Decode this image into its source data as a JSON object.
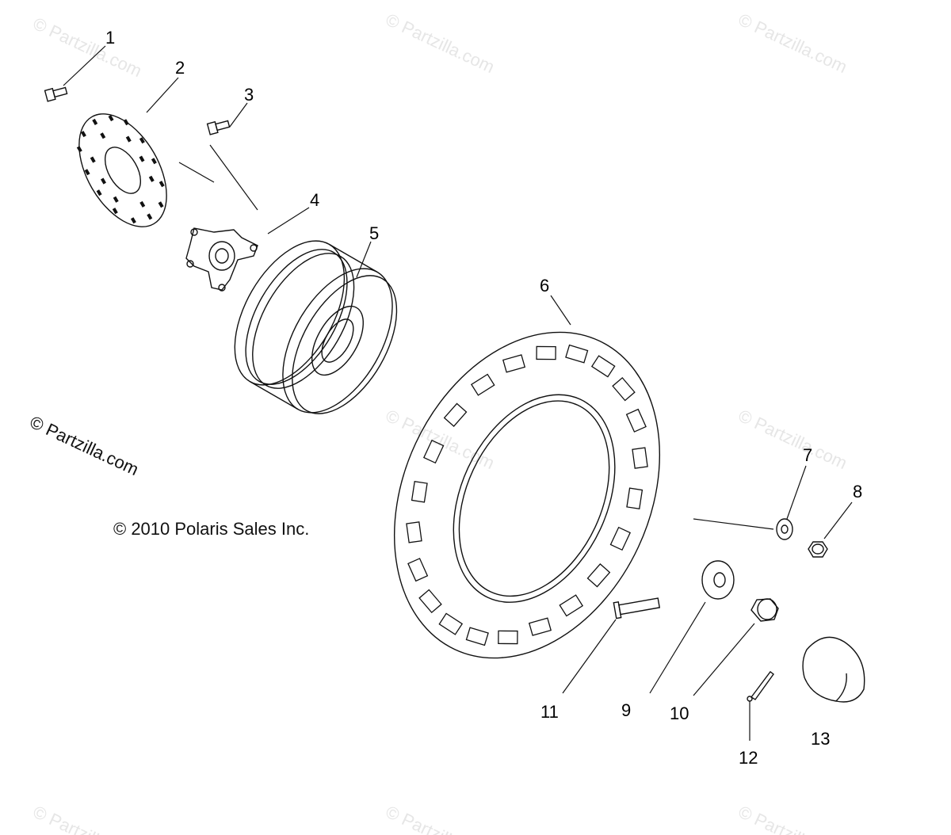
{
  "watermark_text": "© Partzilla.com",
  "brand_mark": "© Partzilla.com",
  "copyright": "© 2010 Polaris Sales Inc.",
  "callouts": {
    "c1": "1",
    "c2": "2",
    "c3": "3",
    "c4": "4",
    "c5": "5",
    "c6": "6",
    "c7": "7",
    "c8": "8",
    "c9": "9",
    "c10": "10",
    "c11": "11",
    "c12": "12",
    "c13": "13"
  },
  "parts": [
    {
      "id": 1,
      "name": "bolt"
    },
    {
      "id": 2,
      "name": "brake disc"
    },
    {
      "id": 3,
      "name": "bolt"
    },
    {
      "id": 4,
      "name": "wheel hub"
    },
    {
      "id": 5,
      "name": "wheel rim"
    },
    {
      "id": 6,
      "name": "tire"
    },
    {
      "id": 7,
      "name": "washer"
    },
    {
      "id": 8,
      "name": "lug nut"
    },
    {
      "id": 9,
      "name": "washer"
    },
    {
      "id": 10,
      "name": "castle nut"
    },
    {
      "id": 11,
      "name": "stud"
    },
    {
      "id": 12,
      "name": "cotter pin"
    },
    {
      "id": 13,
      "name": "hub cap"
    }
  ]
}
